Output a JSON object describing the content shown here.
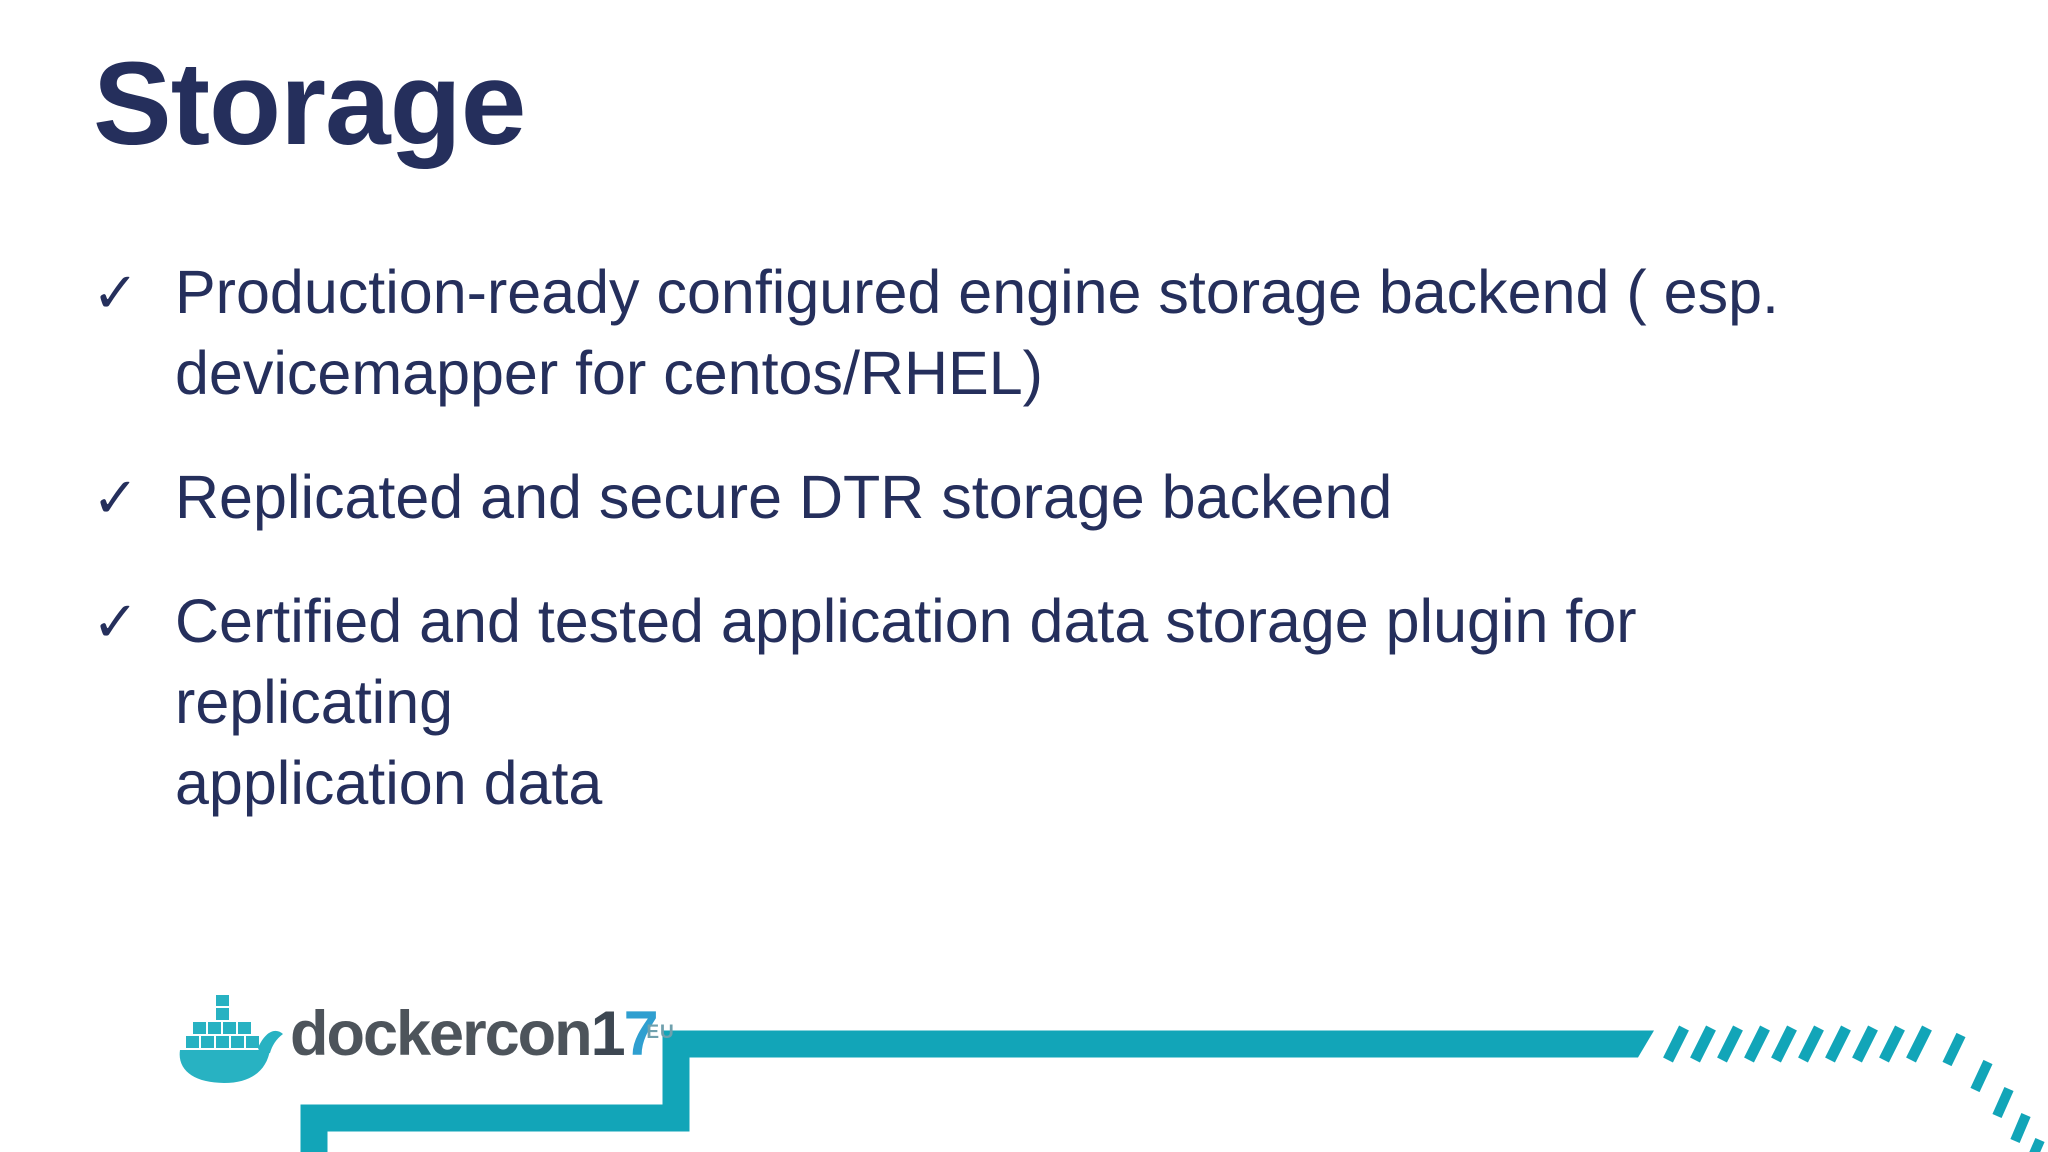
{
  "slide": {
    "title": "Storage",
    "bullets": [
      {
        "marker": "✓",
        "lines": [
          "Production-ready configured engine storage backend ( esp.",
          "devicemapper for centos/RHEL)"
        ]
      },
      {
        "marker": "✓",
        "lines": [
          "Replicated and secure DTR storage backend"
        ]
      },
      {
        "marker": "✓",
        "lines": [
          "Certified and tested application data storage plugin for replicating",
          "application data"
        ]
      }
    ]
  },
  "footer": {
    "logo": {
      "brand": "dockercon",
      "year_digit_1": "1",
      "year_digit_2": "7",
      "region": "EU",
      "icon": "docker-whale-icon"
    }
  },
  "colors": {
    "text_navy": "#252f5c",
    "accent_teal": "#12a5b8",
    "whale_teal": "#28b2c2",
    "logo_gray": "#4d545b",
    "year_blue": "#2f9fd0",
    "eu_teal": "#6fa0ad",
    "background": "#ffffff"
  }
}
